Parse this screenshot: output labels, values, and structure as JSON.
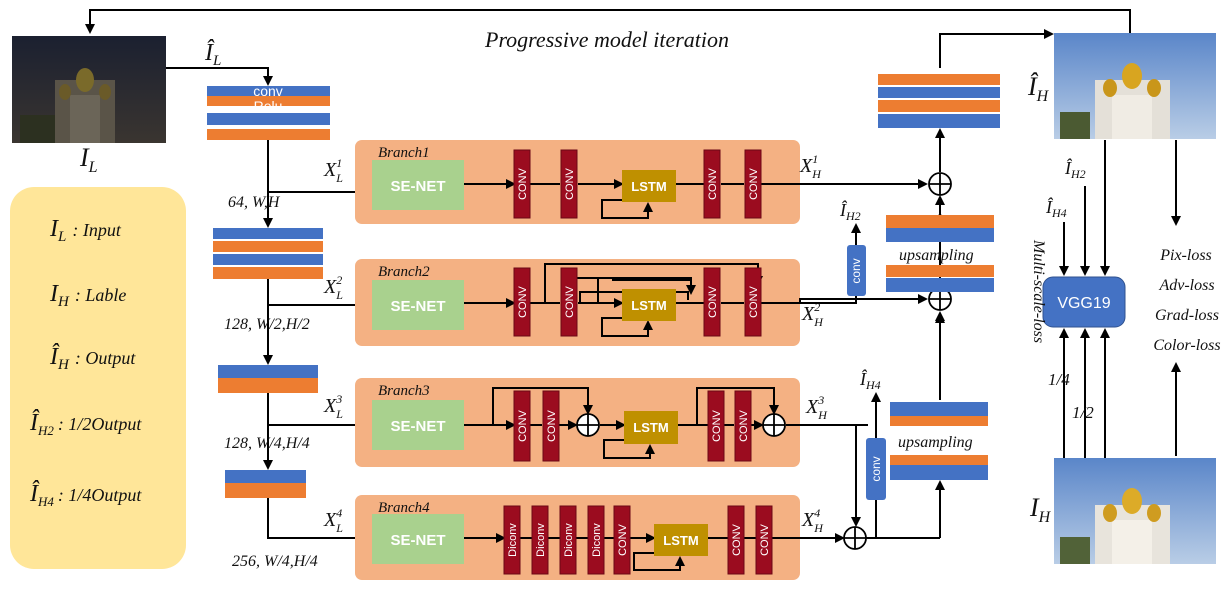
{
  "title": "Progressive model iteration",
  "top_label": "Î_L",
  "head_block": {
    "conv": "conv",
    "relu": "Relu"
  },
  "input_label": "I_L",
  "target_label": "I_H",
  "output_label": "Î_H",
  "dims": [
    "64, W,H",
    "128, W/2,H/2",
    "128, W/4,H/4",
    "256, W/4,H/4"
  ],
  "branches": [
    {
      "name": "Branch1",
      "se": "SE-NET",
      "x_in": "X",
      "x_in_sup": "1",
      "x_in_sub": "L",
      "x_out": "X",
      "x_out_sup": "1",
      "x_out_sub": "H"
    },
    {
      "name": "Branch2",
      "se": "SE-NET",
      "x_in": "X",
      "x_in_sup": "2",
      "x_in_sub": "L",
      "x_out": "X",
      "x_out_sup": "2",
      "x_out_sub": "H"
    },
    {
      "name": "Branch3",
      "se": "SE-NET",
      "x_in": "X",
      "x_in_sup": "3",
      "x_in_sub": "L",
      "x_out": "X",
      "x_out_sup": "3",
      "x_out_sub": "H"
    },
    {
      "name": "Branch4",
      "se": "SE-NET",
      "x_in": "X",
      "x_in_sup": "4",
      "x_in_sub": "L",
      "x_out": "X",
      "x_out_sup": "4",
      "x_out_sub": "H"
    }
  ],
  "blocks": {
    "conv": "CONV",
    "diconv": "Diconv",
    "lstm": "LSTM",
    "conv_small": "conv"
  },
  "upsampling": "upsampling",
  "side_outputs": {
    "h2": "Î_H2",
    "h4": "Î_H4"
  },
  "legend": [
    {
      "sym": "I",
      "sub": "L",
      "hat": false,
      "text": ": Input"
    },
    {
      "sym": "I",
      "sub": "H",
      "hat": false,
      "text": ": Lable"
    },
    {
      "sym": "I",
      "sub": "H",
      "hat": true,
      "text": ": Output"
    },
    {
      "sym": "I",
      "sub": "H2",
      "hat": true,
      "text": ": 1/2Output"
    },
    {
      "sym": "I",
      "sub": "H4",
      "hat": true,
      "text": ": 1/4Output"
    }
  ],
  "vgg": "VGG19",
  "multi_scale_loss": "Multi-scale-loss",
  "scales": [
    "1/4",
    "1/2"
  ],
  "losses": [
    "Pix-loss",
    "Adv-loss",
    "Grad-loss",
    "Color-loss"
  ],
  "colors": {
    "orange": "#ed7d31",
    "blue": "#4472c4",
    "branch_bg": "#f4b183",
    "se_green": "#a9d18e",
    "conv_red": "#9b0c1f",
    "lstm": "#bf9000",
    "legend_bg": "#ffe699"
  }
}
